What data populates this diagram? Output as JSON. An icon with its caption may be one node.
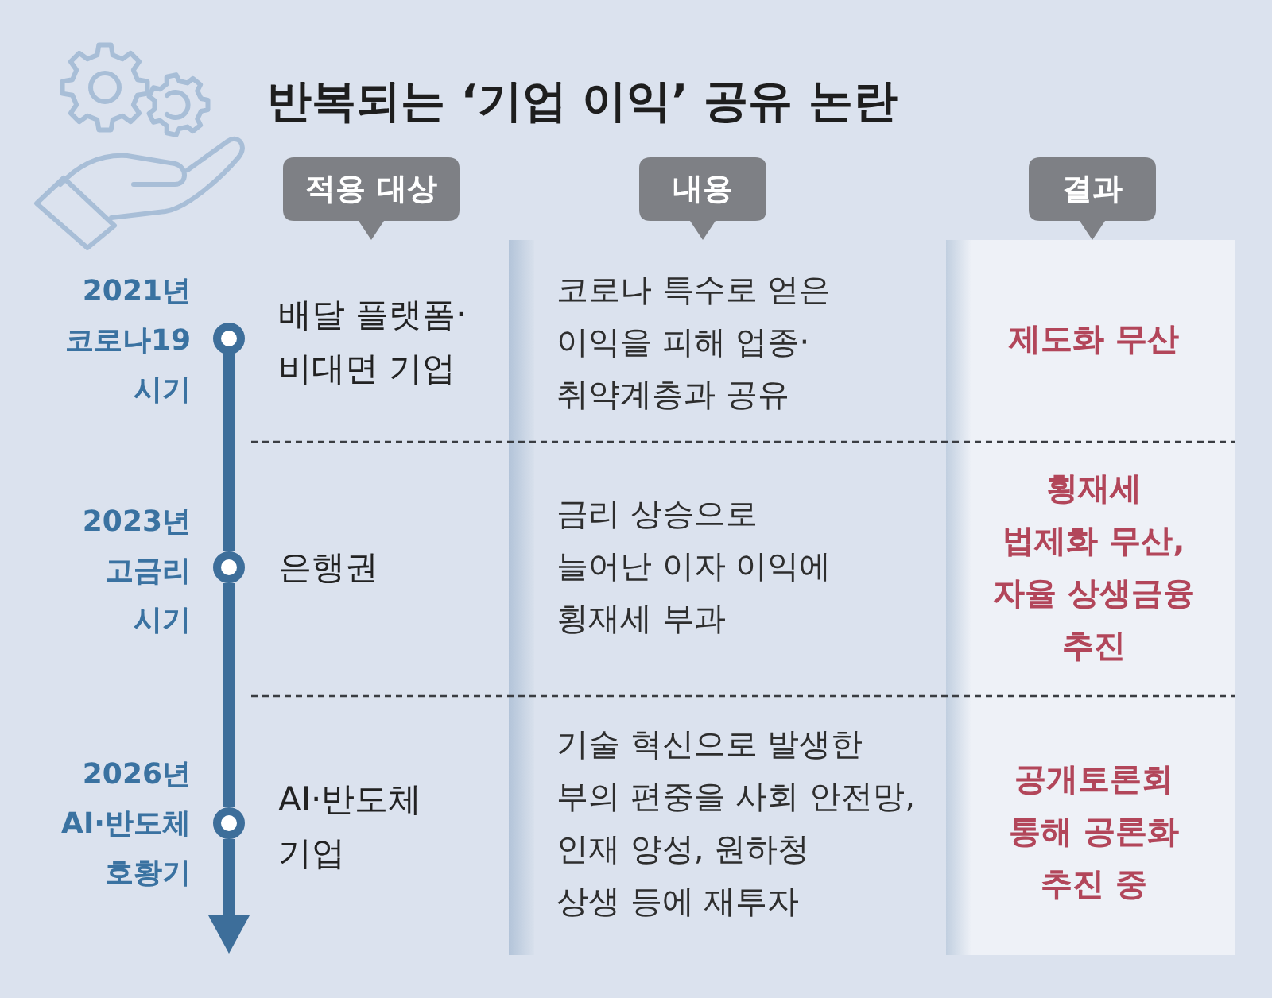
{
  "diagram": {
    "title": "반복되는 ‘기업 이익’ 공유 논란",
    "nodes": [
      {
        "text": [
          "적용 대상"
        ]
      },
      {
        "text": [
          "내용"
        ]
      },
      {
        "text": [
          "결과"
        ]
      },
      {
        "text": [],
        "shape": "circle",
        "beside": [
          "2021년 코로나19 시기"
        ]
      },
      {
        "text": [],
        "shape": "circle",
        "beside": [
          "2023년 고금리 시기"
        ]
      },
      {
        "text": [],
        "shape": "circle",
        "beside": [
          "2026년 AI·반도체 호황기"
        ]
      }
    ],
    "edges": [
      {
        "from": 3,
        "to": 4,
        "arrow": "none"
      },
      {
        "from": 4,
        "to": 5,
        "arrow": "none"
      },
      {
        "from": 5,
        "to": null,
        "arrow": "to"
      }
    ],
    "labels": [
      "배달 플랫폼· 비대면 기업",
      "코로나 특수로 얻은 이익을 피해 업종· 취약계층과 공유",
      "제도화 무산",
      "은행권",
      "금리 상승으로 늘어난 이자 이익에 횡재세 부과",
      "횡재세 법제화 무산, 자율 상생금융 추진",
      "AI·반도체 기업",
      "기술 혁신으로 발생한 부의 편중을 사회 안전망, 인재 양성, 원하청 상생 등에 재투자",
      "공개토론회 통해 공론화 추진 중"
    ]
  }
}
